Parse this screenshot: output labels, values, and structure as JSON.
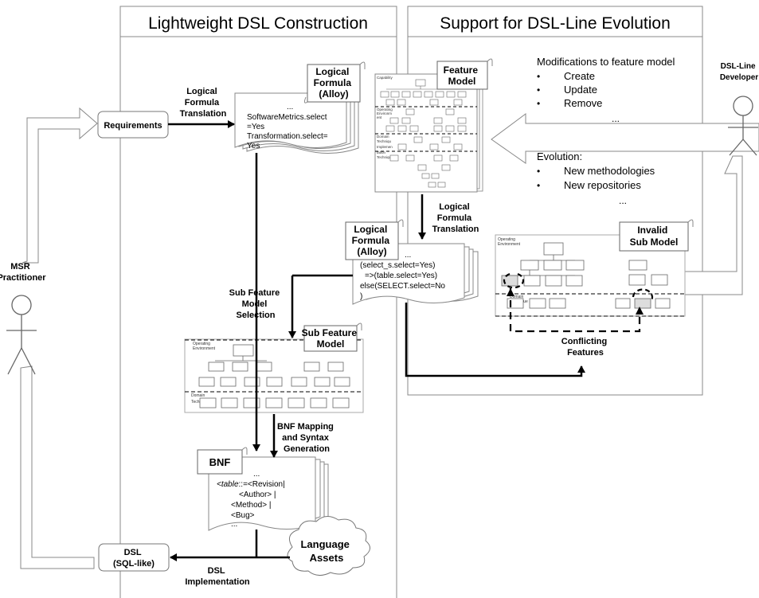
{
  "panels": {
    "left_title": "Lightweight DSL Construction",
    "right_title": "Support for DSL-Line Evolution"
  },
  "actors": {
    "practitioner": [
      "MSR",
      "Practitioner"
    ],
    "developer": [
      "DSL-Line",
      "Developer"
    ]
  },
  "nodes": {
    "requirements": "Requirements",
    "dsl": [
      "DSL",
      "(SQL-like)"
    ],
    "language_assets": [
      "Language",
      "Assets"
    ]
  },
  "docs": {
    "logical_formula_1": {
      "title": [
        "Logical",
        "Formula",
        "(Alloy)"
      ],
      "ellipsis": "...",
      "body": [
        "SoftwareMetrics.select",
        "=Yes",
        "Transformation.select=",
        "Yes"
      ]
    },
    "feature_model": {
      "title": [
        "Feature",
        "Model"
      ],
      "row_labels": [
        "Capability",
        "Operating",
        "Environm",
        "ent",
        "Domain",
        "Techniqu",
        "Implemen",
        "tation",
        "Technique"
      ]
    },
    "logical_formula_2": {
      "title": [
        "Logical",
        "Formula",
        "(Alloy)"
      ],
      "ellipsis": "...",
      "body": [
        "(select_s.select=Yes)",
        "=>(table.select=Yes)",
        "else(SELECT.select=No",
        ")"
      ]
    },
    "invalid_sub_model": {
      "title": [
        "Invalid",
        "Sub Model"
      ],
      "row_labels": [
        "Operating",
        "Environment",
        "Domain",
        "Technique"
      ]
    },
    "sub_feature_model": {
      "title": [
        "Sub Feature",
        "Model"
      ],
      "row_labels": [
        "Operating",
        "Environment",
        "Domain",
        "Technique"
      ]
    },
    "bnf": {
      "title": "BNF",
      "ellipsis": "...",
      "body_italic": "table",
      "body": [
        "::=<Revision|",
        "<Author> |",
        "<Method> |",
        "<Bug>",
        "..."
      ]
    }
  },
  "edge_labels": {
    "lft_1": [
      "Logical",
      "Formula",
      "Translation"
    ],
    "lft_2": [
      "Logical",
      "Formula",
      "Translation"
    ],
    "sub_selection": [
      "Sub Feature",
      "Model",
      "Selection"
    ],
    "bnf_mapping": [
      "BNF Mapping",
      "and Syntax",
      "Generation"
    ],
    "dsl_impl": [
      "DSL",
      "Implementation"
    ],
    "conflicting": [
      "Conflicting",
      "Features"
    ]
  },
  "modifications": {
    "heading": "Modifications to feature model",
    "items": [
      "Create",
      "Update",
      "Remove"
    ],
    "ellipsis": "..."
  },
  "evolution": {
    "heading": "Evolution:",
    "items": [
      "New methodologies",
      "New repositories"
    ],
    "ellipsis": "..."
  }
}
